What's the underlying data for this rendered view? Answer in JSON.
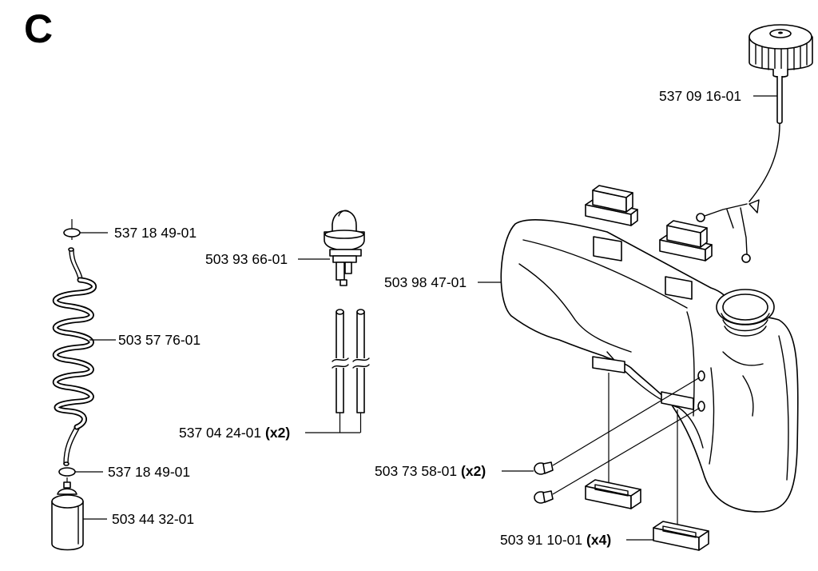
{
  "diagram": {
    "section_letter": "C",
    "callouts": [
      {
        "id": "cap",
        "part_number": "537 09 16-01",
        "qty": ""
      },
      {
        "id": "ring-top",
        "part_number": "537 18 49-01",
        "qty": ""
      },
      {
        "id": "primer",
        "part_number": "503 93 66-01",
        "qty": ""
      },
      {
        "id": "tank",
        "part_number": "503 98 47-01",
        "qty": ""
      },
      {
        "id": "coil",
        "part_number": "503 57 76-01",
        "qty": ""
      },
      {
        "id": "hoses",
        "part_number": "537 04 24-01",
        "qty": "(x2)"
      },
      {
        "id": "grommet",
        "part_number": "503 73 58-01",
        "qty": "(x2)"
      },
      {
        "id": "ring-bottom",
        "part_number": "537 18 49-01",
        "qty": ""
      },
      {
        "id": "filter",
        "part_number": "503 44 32-01",
        "qty": ""
      },
      {
        "id": "dampers",
        "part_number": "503 91 10-01",
        "qty": "(x4)"
      }
    ]
  }
}
